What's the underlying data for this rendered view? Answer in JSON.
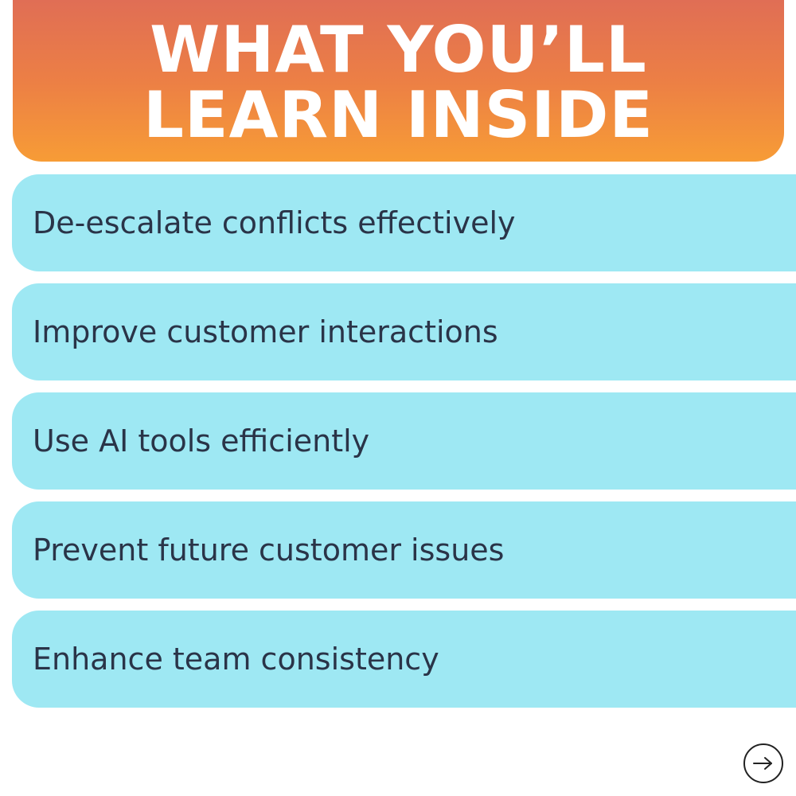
{
  "header": {
    "line1": "WHAT YOU’LL",
    "line2": "LEARN INSIDE"
  },
  "items": [
    {
      "label": "De-escalate conflicts effectively"
    },
    {
      "label": "Improve customer interactions"
    },
    {
      "label": "Use AI tools efficiently"
    },
    {
      "label": "Prevent future customer issues"
    },
    {
      "label": "Enhance team consistency"
    }
  ],
  "navigation": {
    "next_icon": "arrow-right-icon"
  },
  "colors": {
    "header_top": "#e06e55",
    "header_bottom": "#f79c36",
    "item_background": "#9ee8f3",
    "item_text": "#2a3448",
    "header_text": "#ffffff"
  }
}
